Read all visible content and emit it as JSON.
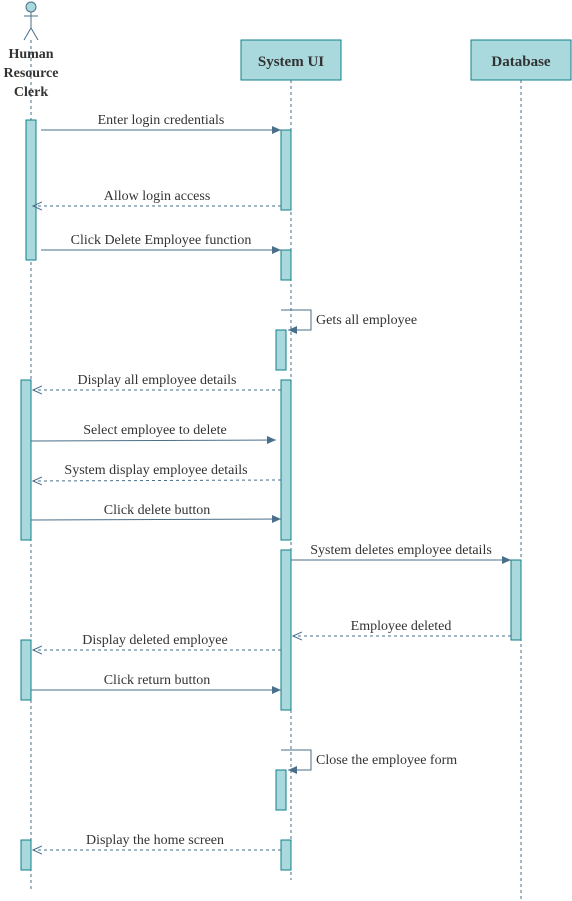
{
  "colors": {
    "box_fill": "#a9d9dc",
    "box_stroke": "#0e8088",
    "line": "#4a6f8a",
    "text": "#333333"
  },
  "participants": {
    "actor": {
      "name_lines": [
        "Human",
        "Resource",
        "Clerk"
      ],
      "icon": "stick-figure-icon"
    },
    "system": {
      "name": "System UI"
    },
    "database": {
      "name": "Database"
    }
  },
  "messages": [
    {
      "text": "Enter login credentials",
      "from": "actor",
      "to": "system",
      "style": "solid"
    },
    {
      "text": "Allow login access",
      "from": "system",
      "to": "actor",
      "style": "dashed"
    },
    {
      "text": "Click Delete Employee function",
      "from": "actor",
      "to": "system",
      "style": "solid"
    },
    {
      "text": "Gets all employee",
      "from": "system",
      "to": "system",
      "style": "self"
    },
    {
      "text": "Display all employee details",
      "from": "system",
      "to": "actor",
      "style": "dashed"
    },
    {
      "text": "Select employee to delete",
      "from": "actor",
      "to": "system",
      "style": "solid"
    },
    {
      "text": "System display employee details",
      "from": "system",
      "to": "actor",
      "style": "dashed"
    },
    {
      "text": "Click delete button",
      "from": "actor",
      "to": "system",
      "style": "solid"
    },
    {
      "text": "System deletes employee details",
      "from": "system",
      "to": "database",
      "style": "solid"
    },
    {
      "text": "Employee deleted",
      "from": "database",
      "to": "system",
      "style": "dashed"
    },
    {
      "text": "Display deleted employee",
      "from": "system",
      "to": "actor",
      "style": "dashed"
    },
    {
      "text": "Click return button",
      "from": "actor",
      "to": "system",
      "style": "solid"
    },
    {
      "text": "Close the employee form",
      "from": "system",
      "to": "system",
      "style": "self"
    },
    {
      "text": "Display the home screen",
      "from": "system",
      "to": "actor",
      "style": "dashed"
    }
  ]
}
